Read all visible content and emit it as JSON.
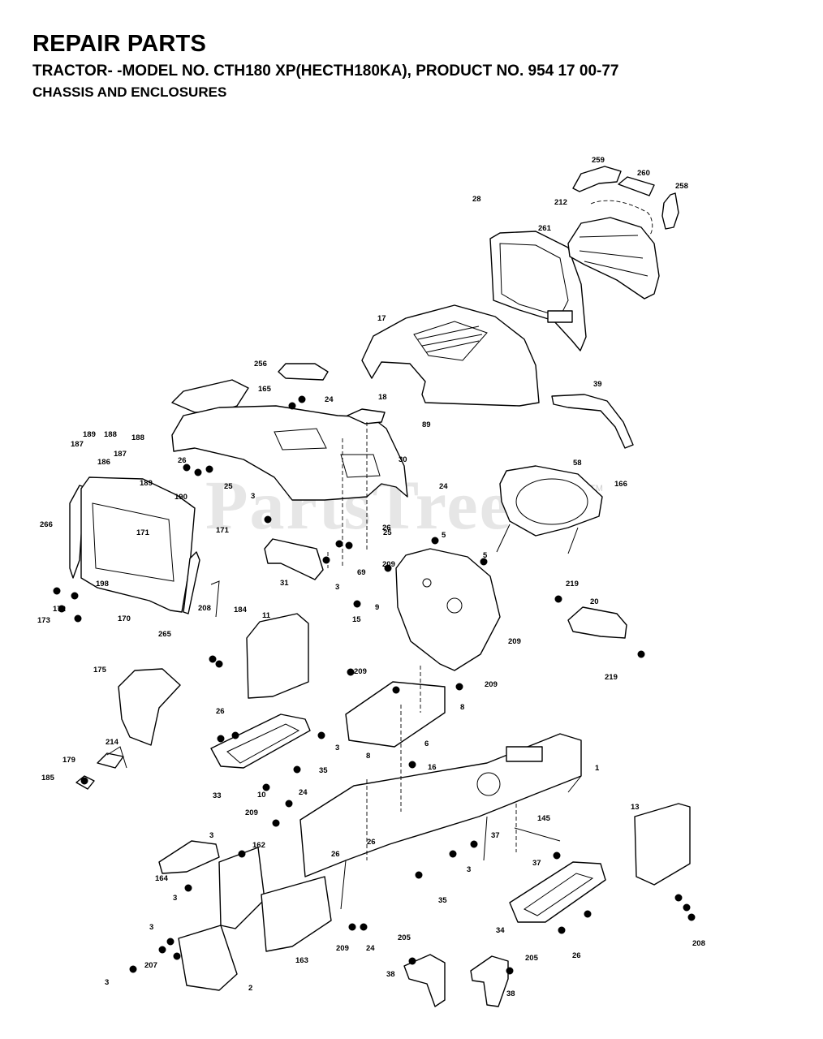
{
  "header": {
    "title": "REPAIR PARTS",
    "subtitle": "TRACTOR- -MODEL NO. CTH180 XP(HECTH180KA), PRODUCT NO. 954 17 00-77",
    "section": "CHASSIS AND ENCLOSURES"
  },
  "watermark": {
    "text": "PartsTree",
    "trademark": "TM"
  },
  "callouts": [
    "259",
    "260",
    "258",
    "212",
    "28",
    "261",
    "17",
    "18",
    "256",
    "165",
    "24",
    "89",
    "39",
    "166",
    "58",
    "187",
    "189",
    "188",
    "188",
    "186",
    "187",
    "189",
    "190",
    "26",
    "25",
    "3",
    "30",
    "24",
    "26",
    "25",
    "266",
    "171",
    "171",
    "69",
    "31",
    "3",
    "209",
    "5",
    "5",
    "9",
    "15",
    "209",
    "219",
    "20",
    "219",
    "198",
    "172",
    "173",
    "170",
    "265",
    "184",
    "11",
    "208",
    "209",
    "209",
    "175",
    "26",
    "3",
    "8",
    "6",
    "35",
    "214",
    "8",
    "16",
    "179",
    "185",
    "33",
    "10",
    "24",
    "1",
    "145",
    "13",
    "209",
    "3",
    "162",
    "26",
    "26",
    "3",
    "37",
    "37",
    "35",
    "34",
    "164",
    "3",
    "3",
    "207",
    "209",
    "24",
    "205",
    "205",
    "38",
    "38",
    "3",
    "2",
    "163",
    "26",
    "208"
  ]
}
